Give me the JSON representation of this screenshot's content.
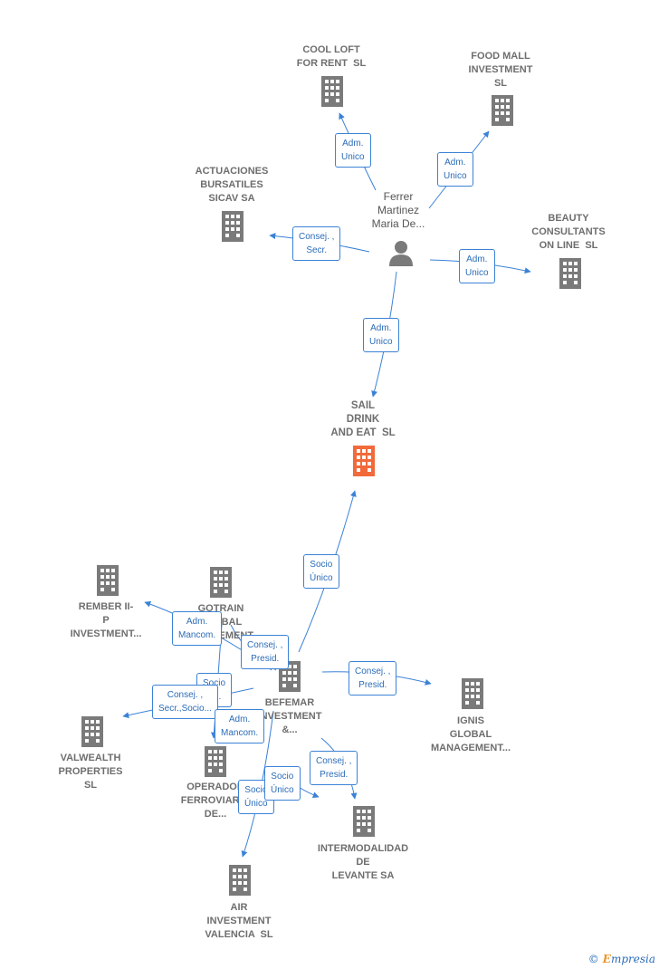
{
  "person": {
    "name": "Ferrer\nMartinez\nMaria De..."
  },
  "focus_company": {
    "name": "SAIL\nDRINK\nAND EAT  SL",
    "color": "#f26a3a"
  },
  "companies": {
    "cool_loft": "COOL LOFT\nFOR RENT  SL",
    "food_mall": "FOOD MALL\nINVESTMENT\nSL",
    "actuaciones": "ACTUACIONES\nBURSATILES\nSICAV SA",
    "beauty": "BEAUTY\nCONSULTANTS\nON LINE  SL",
    "rember": "REMBER II-\nP\nINVESTMENT...",
    "gotrain": "GOTRAIN\nGLOBAL\nMANAGEMENT...",
    "befemar": "BEFEMAR\nINVESTMENT\n&...",
    "ignis": "IGNIS\nGLOBAL\nMANAGEMENT...",
    "valwealth": "VALWEALTH\nPROPERTIES\nSL",
    "operador": "OPERADOR\nFERROVIARIO\nDE...",
    "intermodalidad": "INTERMODALIDAD\nDE\nLEVANTE SA",
    "air": "AIR\nINVESTMENT\nVALENCIA  SL"
  },
  "edge_labels": {
    "cool_loft": "Adm.\nUnico",
    "food_mall": "Adm.\nUnico",
    "actuaciones": "Consej. ,\nSecr.",
    "beauty": "Adm.\nUnico",
    "sail": "Adm.\nUnico",
    "befemar_sail": "Socio\nÚnico",
    "rember": "Adm.\nMancom.",
    "gotrain": "Consej. ,\nPresid.",
    "ignis": "Consej. ,\nPresid.",
    "socio_short": "Socio\nÚ...",
    "valwealth": "Consej. ,\nSecr.,Socio...",
    "operador": "Adm.\nMancom.",
    "intermodalidad": "Consej. ,\nPresid.",
    "socio_inter": "Socio\nÚnico",
    "air": "Socio\nÚnico"
  },
  "colors": {
    "building": "#7a7a7a",
    "edge": "#3b82d6",
    "focus": "#f26a3a"
  },
  "brand": {
    "copyright": "©",
    "name": "mpresia",
    "initial": "E"
  }
}
